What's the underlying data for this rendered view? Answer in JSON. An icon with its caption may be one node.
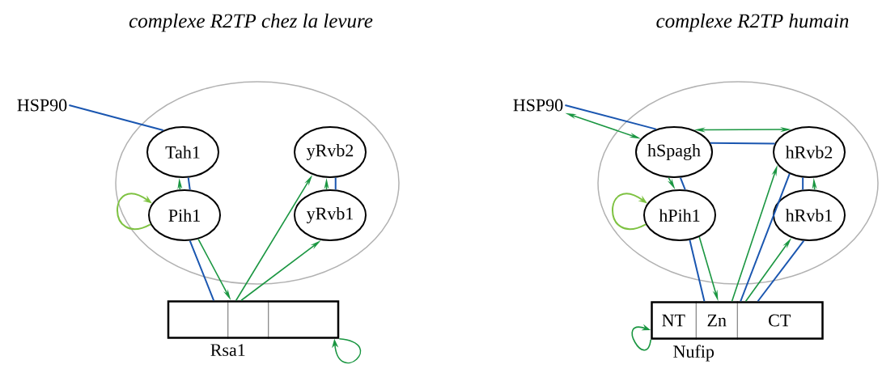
{
  "diagram": {
    "nodes": [
      {
        "text": [],
        "shape": "ellipse"
      },
      {
        "text": [
          "HSP90"
        ]
      },
      {
        "text": [
          "Tah1"
        ],
        "in": 0
      },
      {
        "text": [
          "yRvb2"
        ],
        "in": 0
      },
      {
        "text": [
          "Pih1"
        ],
        "in": 0
      },
      {
        "text": [
          "yRvb1"
        ],
        "in": 0
      },
      {
        "text": [
          "Rsa1"
        ]
      },
      {
        "text": [],
        "shape": "ellipse"
      },
      {
        "text": [
          "HSP90"
        ]
      },
      {
        "text": [
          "hSpagh"
        ],
        "in": 7
      },
      {
        "text": [
          "hRvb2"
        ],
        "in": 7
      },
      {
        "text": [
          "hPih1"
        ],
        "in": 7
      },
      {
        "text": [
          "hRvb1"
        ],
        "in": 7
      },
      {
        "text": [
          "NT",
          "Zn",
          "CT",
          "Nufip"
        ]
      }
    ],
    "edges": [
      {
        "from": 1,
        "to": 2,
        "arrow": "none",
        "color": "#1a56b0"
      },
      {
        "from": 4,
        "to": 2,
        "arrow": "to"
      },
      {
        "from": 4,
        "to": 2,
        "arrow": "none",
        "color": "#1a56b0"
      },
      {
        "from": 5,
        "to": 3,
        "arrow": "to"
      },
      {
        "from": 5,
        "to": 3,
        "arrow": "none",
        "color": "#1a56b0"
      },
      {
        "from": 4,
        "to": 6,
        "arrow": "none",
        "color": "#1a56b0"
      },
      {
        "from": 4,
        "to": 6,
        "arrow": "to"
      },
      {
        "from": 6,
        "to": 3,
        "arrow": "to"
      },
      {
        "from": 6,
        "to": 5,
        "arrow": "to"
      },
      {
        "from": 4,
        "to": 4,
        "arrow": "to",
        "color": "#7ec242"
      },
      {
        "from": 6,
        "to": 6,
        "arrow": "to"
      },
      {
        "from": 8,
        "to": 9,
        "arrow": "both"
      },
      {
        "from": 8,
        "to": 9,
        "arrow": "none",
        "color": "#1a56b0"
      },
      {
        "from": 9,
        "to": 10,
        "arrow": "both"
      },
      {
        "from": 9,
        "to": 10,
        "arrow": "none",
        "color": "#1a56b0"
      },
      {
        "from": 9,
        "to": 11,
        "arrow": "to"
      },
      {
        "from": 9,
        "to": 11,
        "arrow": "none",
        "color": "#1a56b0"
      },
      {
        "from": 12,
        "to": 10,
        "arrow": "none",
        "color": "#1a56b0"
      },
      {
        "from": 12,
        "to": 10,
        "arrow": "to"
      },
      {
        "from": 11,
        "to": 13,
        "arrow": "none",
        "color": "#1a56b0"
      },
      {
        "from": 11,
        "to": 13,
        "arrow": "to"
      },
      {
        "from": 13,
        "to": 10,
        "arrow": "to"
      },
      {
        "from": 13,
        "to": 10,
        "arrow": "none",
        "color": "#1a56b0"
      },
      {
        "from": 13,
        "to": 12,
        "arrow": "to"
      },
      {
        "from": 13,
        "to": 12,
        "arrow": "none",
        "color": "#1a56b0"
      },
      {
        "from": 11,
        "to": 11,
        "arrow": "to",
        "color": "#7ec242"
      },
      {
        "from": 13,
        "to": 13,
        "arrow": "to"
      }
    ],
    "labels": [
      "complexe R2TP chez la levure",
      "complexe R2TP humain"
    ]
  }
}
